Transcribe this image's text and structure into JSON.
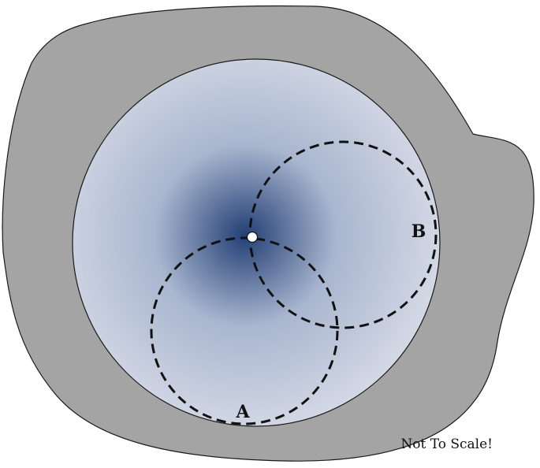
{
  "labels": {
    "circle_a": "A",
    "circle_b": "B"
  },
  "note": "Not To Scale!",
  "colors": {
    "outer_region": "#a4a4a4",
    "outline": "#1a1a1a",
    "inner_edge": "#d5dae6",
    "inner_mid": "#a9b6cf",
    "inner_center": "#233f75",
    "dashed_circle": "#111111",
    "marker_point": "#ffffff"
  }
}
